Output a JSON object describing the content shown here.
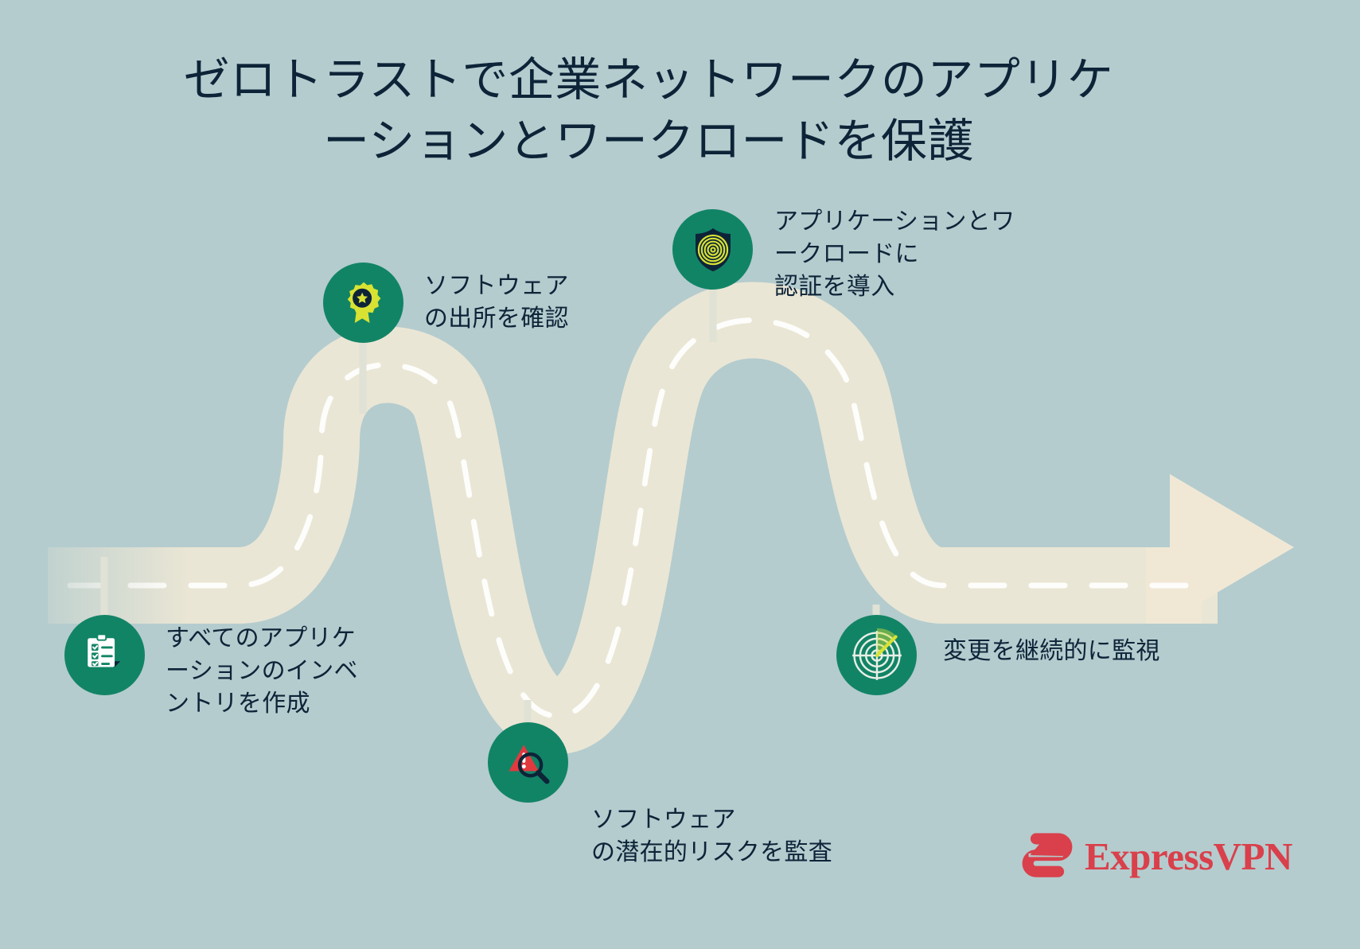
{
  "title": "ゼロトラストで企業ネットワークのアプリケ\nーションとワークロードを保護",
  "colors": {
    "background": "#b4ccce",
    "road": "#f0e8d5",
    "road_dash": "#ffffff",
    "badge": "#128466",
    "text": "#0d2438",
    "brand_red": "#d9404b",
    "accent_yellow": "#d8e233",
    "shield_navy": "#0d2438",
    "stem": "#dfe2d4"
  },
  "stops": [
    {
      "id": "inventory",
      "icon": "clipboard-checklist-icon",
      "label": "すべてのアプリケ\nーションのインベ\nントリを作成"
    },
    {
      "id": "provenance",
      "icon": "certificate-badge-star-icon",
      "label": "ソフトウェア\nの出所を確認"
    },
    {
      "id": "risk-audit",
      "icon": "magnifier-alert-icon",
      "label": "ソフトウェア\nの潜在的リスクを監査"
    },
    {
      "id": "authentication",
      "icon": "shield-fingerprint-icon",
      "label": "アプリケーションとワ\nークロードに\n認証を導入"
    },
    {
      "id": "monitoring",
      "icon": "radar-scan-icon",
      "label": "変更を継続的に監視"
    }
  ],
  "logo": {
    "mark": "expressvpn-e-mark-icon",
    "text": "ExpressVPN"
  }
}
